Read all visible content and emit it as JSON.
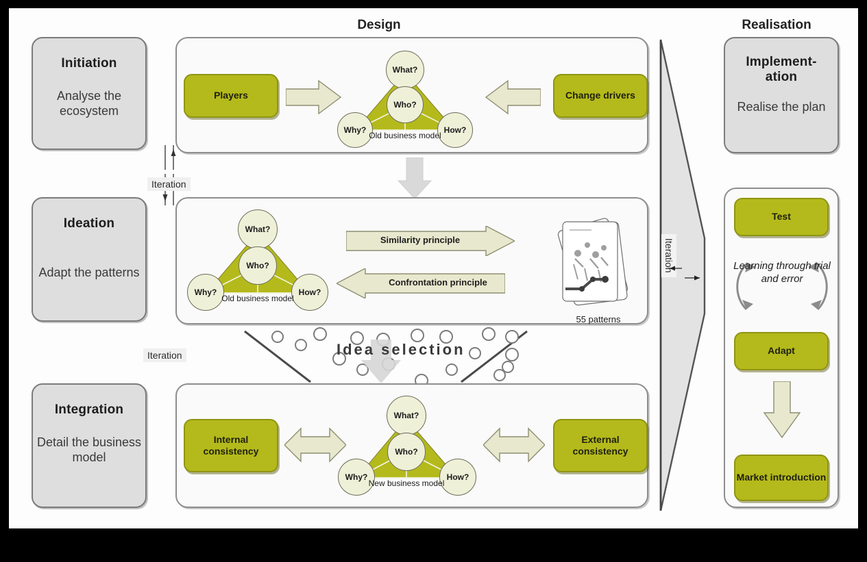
{
  "columns": {
    "design_title": "Design",
    "realisation_title": "Realisation"
  },
  "phases": [
    {
      "title": "Initiation",
      "sub": "Analyse the ecosystem"
    },
    {
      "title": "Ideation",
      "sub": "Adapt the patterns"
    },
    {
      "title": "Integration",
      "sub": "Detail the business model"
    }
  ],
  "realisation": {
    "title": "Implement-\nation",
    "sub": "Realise the plan",
    "steps": [
      {
        "label": "Test"
      },
      {
        "label": "Adapt"
      },
      {
        "label": "Market introduction"
      }
    ],
    "loop_text": "Learning through trial and error"
  },
  "initiation_row": {
    "left_box": "Players",
    "right_box": "Change drivers",
    "triangle": {
      "top": "What?",
      "center": "Who?",
      "left": "Why?",
      "right": "How?",
      "caption": "Old business model"
    }
  },
  "ideation_row": {
    "triangle": {
      "top": "What?",
      "center": "Who?",
      "left": "Why?",
      "right": "How?",
      "caption": "Old business model"
    },
    "arrow_right": "Similarity principle",
    "arrow_left": "Confrontation principle",
    "patterns_caption": "55 patterns"
  },
  "integration_row": {
    "left_box": "Internal consistency",
    "right_box": "External consistency",
    "triangle": {
      "top": "What?",
      "center": "Who?",
      "left": "Why?",
      "right": "How?",
      "caption": "New business model"
    }
  },
  "selection": {
    "label": "Idea selection"
  },
  "iterations": {
    "top": "Iteration",
    "bottom": "Iteration",
    "vertical": "Iteration"
  },
  "colors": {
    "olive": "#b4ba1b",
    "olive_border": "#8f9412",
    "panel": "#fafafa",
    "phase_gray": "#dedede",
    "arrow_fill": "#e8e8cf",
    "node_fill": "#eef0d8",
    "triangle_fill": "#b4ba1b",
    "background": "#000000",
    "sheet": "#fdfdfd"
  }
}
